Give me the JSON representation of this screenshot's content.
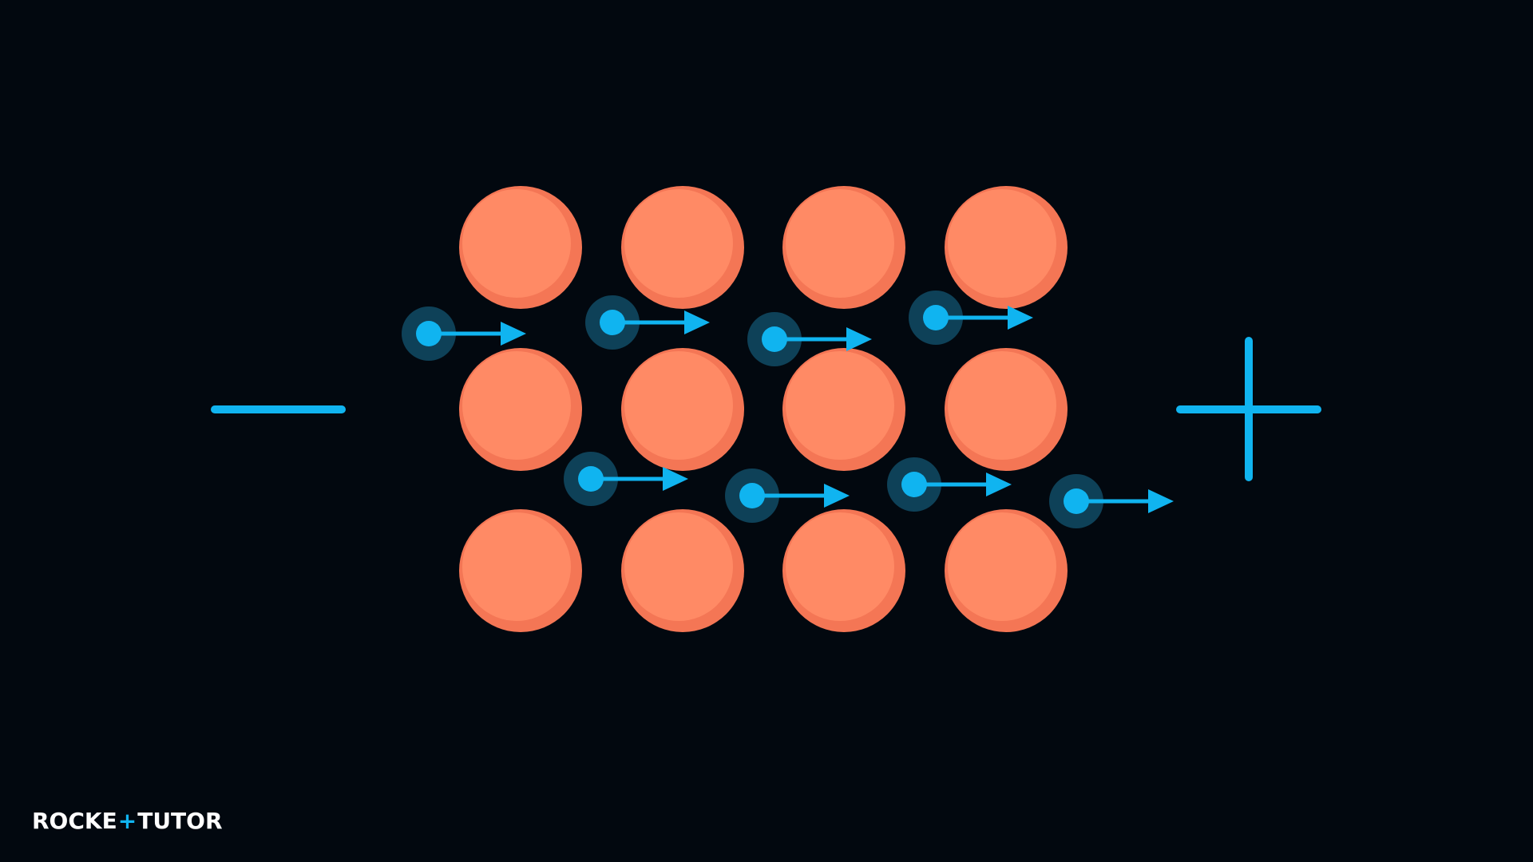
{
  "diagram": {
    "negative_terminal": "minus",
    "positive_terminal": "plus",
    "ion_rows": 3,
    "ion_cols": 4,
    "electron_count": 8,
    "electron_direction": "right",
    "colors": {
      "background": "#02080f",
      "ion": "#ff8a65",
      "ion_shade": "#f47655",
      "electron": "#10b4f0",
      "electron_halo": "#0e4158"
    }
  },
  "logo": {
    "part1": "ROCKE",
    "plus": "+",
    "part2": "TUTO",
    "part3": "R",
    "accent": "#10b4f0"
  }
}
